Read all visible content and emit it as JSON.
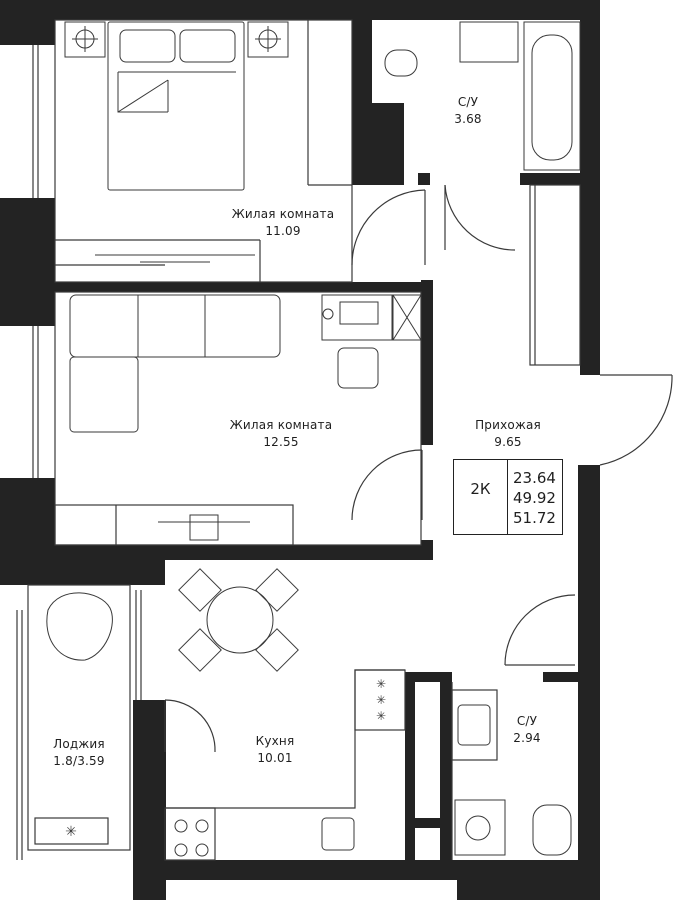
{
  "rooms": [
    {
      "name": "С/У",
      "area": "3.68"
    },
    {
      "name": "Жилая комната",
      "area": "11.09"
    },
    {
      "name": "Жилая комната",
      "area": "12.55"
    },
    {
      "name": "Прихожая",
      "area": "9.65"
    },
    {
      "name": "Лоджия",
      "area": "1.8/3.59"
    },
    {
      "name": "Кухня",
      "area": "10.01"
    },
    {
      "name": "С/У",
      "area": "2.94"
    }
  ],
  "summary": {
    "type": "2К",
    "living_area": "23.64",
    "total_area": "49.92",
    "total_with_loggia": "51.72"
  },
  "colors": {
    "wall": "#232323",
    "line": "#3a3a3a"
  }
}
